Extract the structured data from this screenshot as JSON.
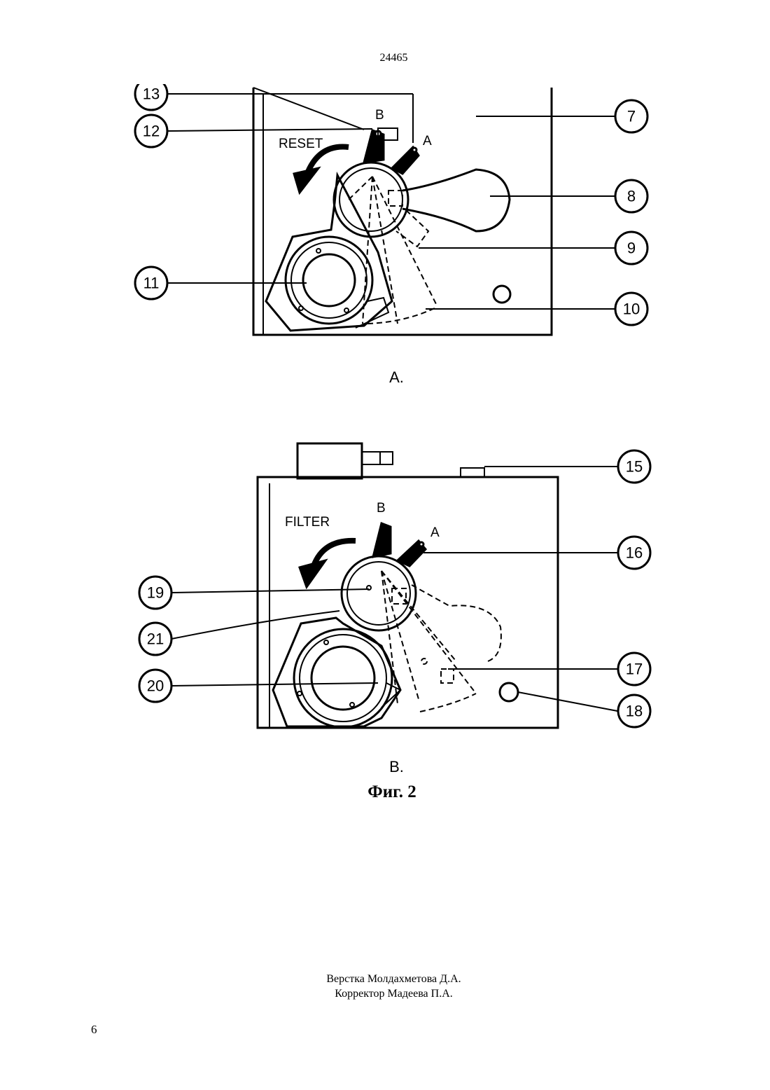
{
  "header": {
    "document_number": "24465"
  },
  "figure_a": {
    "caption": "A.",
    "reset_label": "RESET",
    "position_b": "B",
    "position_a": "A",
    "callouts": [
      "13",
      "12",
      "11",
      "7",
      "8",
      "9",
      "10"
    ]
  },
  "figure_b": {
    "caption": "B.",
    "filter_label": "FILTER",
    "position_b": "B",
    "position_a": "A",
    "callouts": [
      "19",
      "21",
      "20",
      "15",
      "16",
      "17",
      "18"
    ]
  },
  "figure_title": "Фиг. 2",
  "footer": {
    "layout_credit": "Верстка Молдахметова Д.А.",
    "proof_credit": "Корректор Мадеева П.А.",
    "page_number": "6"
  }
}
